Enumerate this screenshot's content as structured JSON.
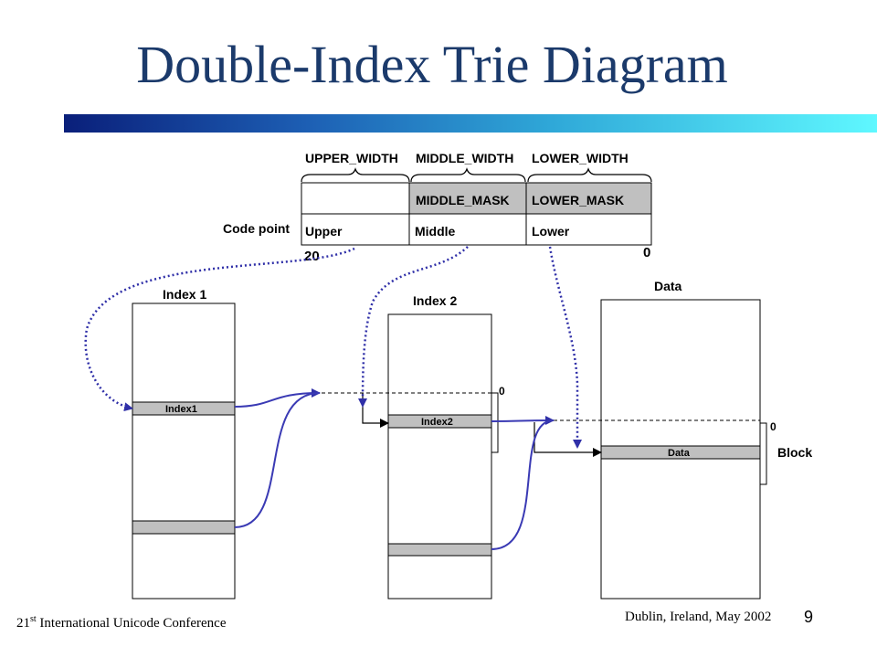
{
  "slide": {
    "title": "Double-Index Trie Diagram",
    "page_number": "9"
  },
  "footer": {
    "conference_prefix": "21",
    "conference_sup": "st",
    "conference_rest": " International Unicode Conference",
    "location": "Dublin, Ireland, May 2002"
  },
  "code_point": {
    "label": "Code point",
    "widths": [
      "UPPER_WIDTH",
      "MIDDLE_WIDTH",
      "LOWER_WIDTH"
    ],
    "masks": [
      "MIDDLE_MASK",
      "LOWER_MASK"
    ],
    "fields": [
      "Upper",
      "Middle",
      "Lower"
    ],
    "high_bit": "20",
    "low_bit": "0"
  },
  "index1": {
    "title": "Index 1",
    "entry_label": "Index1"
  },
  "index2": {
    "title": "Index 2",
    "entry_label": "Index2",
    "offset_label": "0"
  },
  "data": {
    "title": "Data",
    "entry_label": "Data",
    "offset_label": "0",
    "block_label": "Block"
  },
  "colors": {
    "title": "#1b3a6b",
    "link_line": "#3a3ab4",
    "dotted_pointer": "#3030a8",
    "mask_fill": "#c0c0c0",
    "entry_fill": "#c0c0c0"
  }
}
